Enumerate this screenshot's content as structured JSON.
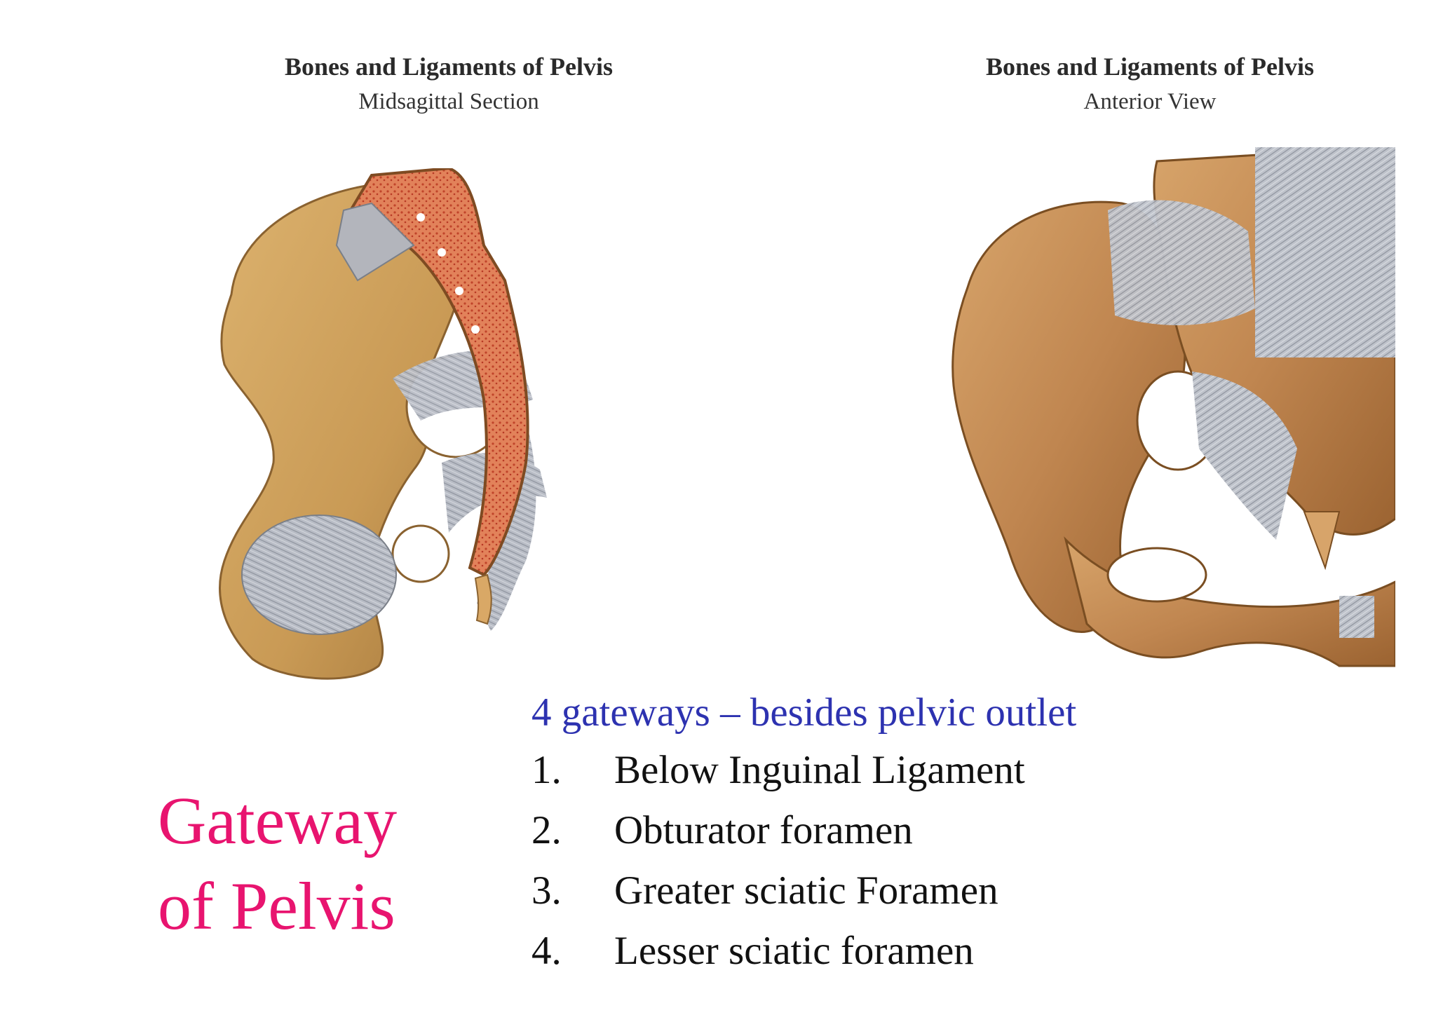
{
  "left_panel": {
    "title": "Bones and Ligaments of Pelvis",
    "subtitle": "Midsagittal Section"
  },
  "right_panel": {
    "title": "Bones and Ligaments of Pelvis",
    "subtitle": "Anterior View"
  },
  "slide_title": {
    "line1": "Gateway",
    "line2": "of Pelvis"
  },
  "content": {
    "subheading": "4 gateways – besides pelvic outlet",
    "items": [
      {
        "number": "1.",
        "text": "Below Inguinal Ligament"
      },
      {
        "number": "2.",
        "text": "Obturator foramen"
      },
      {
        "number": "3.",
        "text": "Greater sciatic Foramen"
      },
      {
        "number": "4.",
        "text": "Lesser sciatic foramen"
      }
    ]
  },
  "colors": {
    "title_accent": "#e8146f",
    "subheading": "#2d32b0",
    "bone": "#c99a55",
    "marrow": "#d9623e",
    "ligament": "#b8bcc4"
  }
}
